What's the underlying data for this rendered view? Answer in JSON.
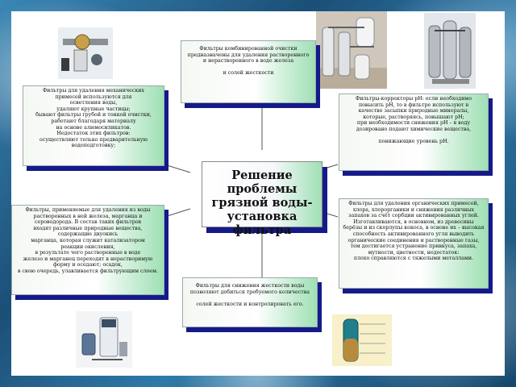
{
  "center_title": "Решение проблемы\nгрязной воды-\nустановка фильтра",
  "boxes": {
    "top": "Фильтры комбинированной очистки\nпредназначены для удаления растворенного\nи нерастворенного в воде железа\n\nи солей жесткости",
    "left_top": "Фильтры для удаления механических\nпримесей используются для\nосветления воды,\nудаляют крупные частицы;\nбывают фильтры грубой и тонкой очистки,\nработают благодаря материалу\nна основе алюмосиликатов.\nНедостаток этих фильтров:\nосуществляют только предварительную\nводоподготовку;",
    "right_top": "Фильтры-корректоры pH: если необходимо\nповысить pH, то в фильтре используют в\nкачестве засыпки природные минералы,\nкоторые, растворяясь, повышают pH;\nпри необходимости снижения pH – в воду\nдозировано подают химические вещества,\n\nпонижающие уровень pH.",
    "left_bottom": "Фильтры, применяемые для удаления из воды\nрастворенных в ней железа, марганца и\nсероводорода. В состав таких фильтров\nвходят различные природные вещества,\nсодержащие двуокись\nмарганца, которая служит катализатором\nреакции окисления,\nв результате чего растворенные в воде\nжелезо и марганец переходят в нерастворимую\nформу и оседают; осадок,\nв свою очередь, улавливается фильтрующим слоем.",
    "right_bottom": "Фильтры для удаления органических примесей,\nхлора, хлорорганики и снижения различных\nзапахов за счёт сорбции активированных углей.\nИзготавливаются, в основном, из древесины\nберёзы и из скорлупы кокоса, в основе их – высокая\nспособность активированного угля выводить\nорганические соединения и растворенные газы,\nтем достигается устранение привкуса, запаха,\nмутности, цветности, недостаток:\nплохо справляются с тяжелыми металлами.",
    "bottom": "Фильтры для снижения жесткости воды\nпозволяют добиться требуемого количества\n\nсолей жесткости и контролировать его."
  },
  "colors": {
    "shadow": "#151a8a",
    "box_gradient_end": "#9fe0b4",
    "connector": "#555555"
  },
  "photos": [
    "filter-valve-meter-photo",
    "filter-tanks-plant-photo",
    "filter-cylinders-photo",
    "water-softener-unit-photo",
    "filter-cartridge-diagram-photo"
  ]
}
